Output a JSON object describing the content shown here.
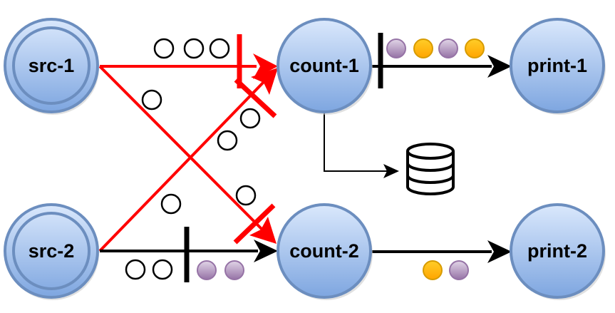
{
  "nodes": {
    "src1": {
      "label": "src-1"
    },
    "src2": {
      "label": "src-2"
    },
    "count1": {
      "label": "count-1"
    },
    "count2": {
      "label": "count-2"
    },
    "print1": {
      "label": "print-1"
    },
    "print2": {
      "label": "print-2"
    }
  },
  "colors": {
    "node_fill_top": "#dae8fc",
    "node_fill_bottom": "#7ea6e0",
    "node_stroke": "#6c8ebf",
    "red_edge": "#ff0000",
    "black_edge": "#000000",
    "purple_record": "#a88cbf",
    "orange_record": "#ffb300"
  },
  "icons": {
    "storage": "database-icon"
  }
}
